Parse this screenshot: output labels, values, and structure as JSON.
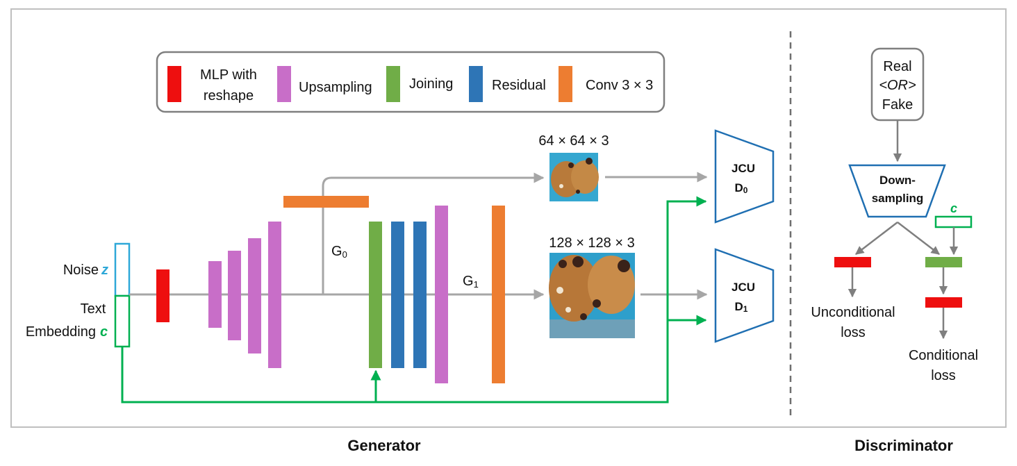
{
  "colors": {
    "mlp": "#ee0f0f",
    "upsampling": "#c86ec8",
    "joining": "#70ad47",
    "residual": "#2e75b6",
    "conv": "#ed7d31",
    "arrow_gray": "#a6a6a6",
    "arrow_green": "#00b050",
    "noise_blue": "#2ea8d8",
    "border_gray": "#bfbfbf",
    "disc_blue": "#1f6fb2"
  },
  "legend": {
    "items": [
      {
        "label_line1": "MLP with",
        "label_line2": "reshape",
        "swatch": "mlp"
      },
      {
        "label_line1": "Upsampling",
        "label_line2": "",
        "swatch": "upsampling"
      },
      {
        "label_line1": "Joining",
        "label_line2": "",
        "swatch": "joining"
      },
      {
        "label_line1": "Residual",
        "label_line2": "",
        "swatch": "residual"
      },
      {
        "label_line1": "Conv 3 × 3",
        "label_line2": "",
        "swatch": "conv"
      }
    ]
  },
  "generator": {
    "noise_label": "Noise",
    "noise_var": "z",
    "text_label_line1": "Text",
    "text_label_line2": "Embedding",
    "text_var": "c",
    "g0_label": "G",
    "g0_sub": "0",
    "g1_label": "G",
    "g1_sub": "1",
    "out64_label": "64 × 64 × 3",
    "out128_label": "128 × 128 × 3",
    "d0_line1": "JCU",
    "d0_line2": "D",
    "d0_sub": "0",
    "d1_line1": "JCU",
    "d1_line2": "D",
    "d1_sub": "1"
  },
  "discriminator": {
    "input_line1": "Real",
    "input_line2": "<OR>",
    "input_line3": "Fake",
    "down_line1": "Down-",
    "down_line2": "sampling",
    "cond_var": "c",
    "uncond_line1": "Unconditional",
    "uncond_line2": "loss",
    "cond_line1": "Conditional",
    "cond_line2": "loss"
  },
  "captions": {
    "generator": "Generator",
    "discriminator": "Discriminator"
  }
}
